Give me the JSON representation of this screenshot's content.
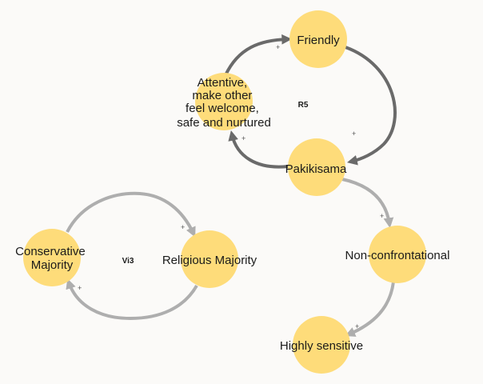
{
  "nodes": {
    "friendly": "Friendly",
    "attentive": [
      "Attentive,",
      "make other",
      "feel welcome,",
      "safe and nurtured"
    ],
    "pakikisama": "Pakikisama",
    "non_confrontational": "Non-confrontational",
    "highly_sensitive": "Highly sensitive",
    "conservative": [
      "Conservative",
      "Majority"
    ],
    "religious": "Religious Majority"
  },
  "loops": {
    "r5": "R5",
    "vi3": "Vi3"
  },
  "polarity": "+",
  "colors": {
    "node_fill": "#fedc7a",
    "edge_dark": "#6a6a6a",
    "edge_light": "#aeaeae",
    "background": "#fbfaf8"
  }
}
